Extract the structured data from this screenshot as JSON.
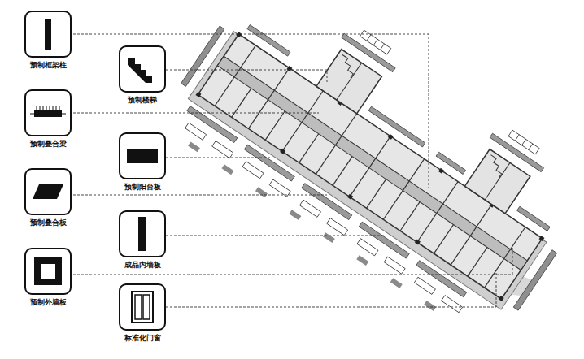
{
  "diagram": {
    "nodes": [
      {
        "text": [
          "预制框架柱"
        ]
      },
      {
        "text": [
          "预制叠合梁"
        ]
      },
      {
        "text": [
          "预制叠合板"
        ]
      },
      {
        "text": [
          "预制外墙板"
        ]
      },
      {
        "text": [
          "预制楼梯"
        ]
      },
      {
        "text": [
          "预制阳台板"
        ]
      },
      {
        "text": [
          "成品内墙板"
        ]
      },
      {
        "text": [
          "标准化门窗"
        ]
      }
    ]
  }
}
